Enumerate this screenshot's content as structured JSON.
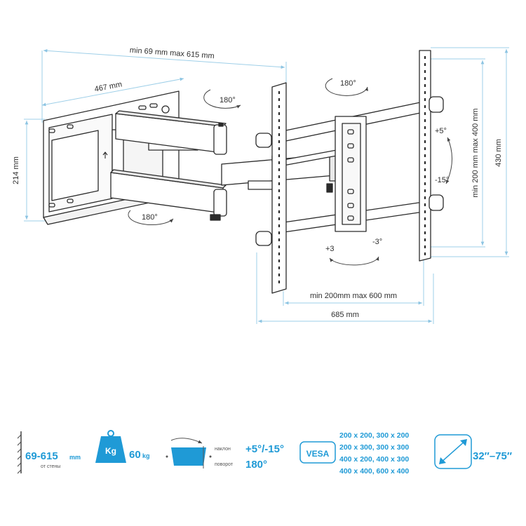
{
  "dimensions": {
    "depth": "min 69 mm max 615 mm",
    "wall_plate_width": "467 mm",
    "wall_plate_height": "214 mm",
    "vesa_horizontal": "min  200mm max 600 mm",
    "total_width": "685 mm",
    "vesa_vertical": "min 200 mm max 400 mm",
    "total_height": "430 mm"
  },
  "angles": {
    "swivel_top_arm": "180°",
    "swivel_bottom_arm": "180°",
    "swivel_head": "180°",
    "tilt_up": "+5°",
    "tilt_down": "-15°",
    "level_plus": "+3",
    "level_minus": "-3°"
  },
  "specs": {
    "distance_value": "69-615",
    "distance_unit": "mm",
    "distance_caption": "от стены",
    "weight_icon_label": "Kg",
    "weight_value": "60",
    "weight_unit": "kg",
    "tilt_label": "наклон",
    "tilt_value": "+5°/-15°",
    "swivel_label": "поворот",
    "swivel_value": "180°",
    "vesa_label": "VESA",
    "vesa_lines": [
      "200 x 200, 300 x 200",
      "200 x 300, 300 x 300",
      "400 x 200, 400 x 300",
      "400 x 400, 600 x 400"
    ],
    "screen_size": "32″–75″"
  },
  "colors": {
    "accent": "#1f9ad6",
    "dimension_line": "#9ecfe8",
    "drawing": "#2b2b2b"
  }
}
